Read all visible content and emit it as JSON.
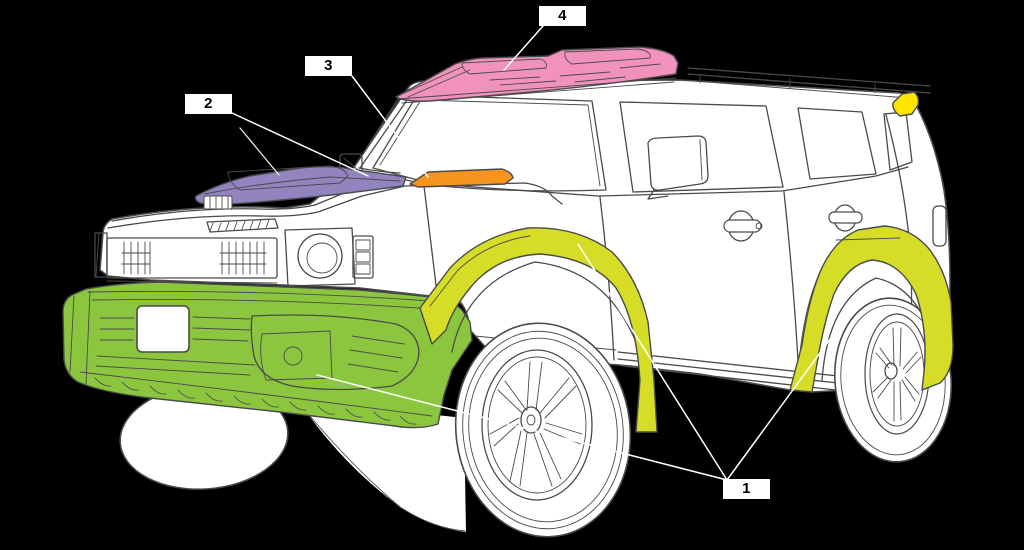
{
  "diagram": {
    "type": "vehicle-accessory-callout-diagram",
    "background_color": "#000000",
    "outline_color": "#4a4a4c",
    "body_color": "#ffffff",
    "callout_box": {
      "background": "#ffffff",
      "text_color": "#000000"
    },
    "callouts": [
      {
        "label": "1",
        "part": "front-bumper-and-fender-flares"
      },
      {
        "label": "2",
        "part": "hood-cover"
      },
      {
        "label": "3",
        "part": "cowl-trim"
      },
      {
        "label": "4",
        "part": "roof-rack"
      }
    ],
    "parts": {
      "front_bumper": {
        "color": "#8CC63E",
        "callout": "1"
      },
      "front_fender_flare": {
        "color": "#D5DD26",
        "callout": "1"
      },
      "rear_fender_flare": {
        "color": "#D5DD26",
        "callout": "1"
      },
      "hood_cover": {
        "color": "#9184BF",
        "callout": "2"
      },
      "cowl_trim": {
        "color": "#F7941E",
        "callout": "3"
      },
      "roof_rack": {
        "color": "#F192BC",
        "callout": "4"
      },
      "rear_fin": {
        "color": "#FFE500",
        "callout": ""
      }
    }
  }
}
